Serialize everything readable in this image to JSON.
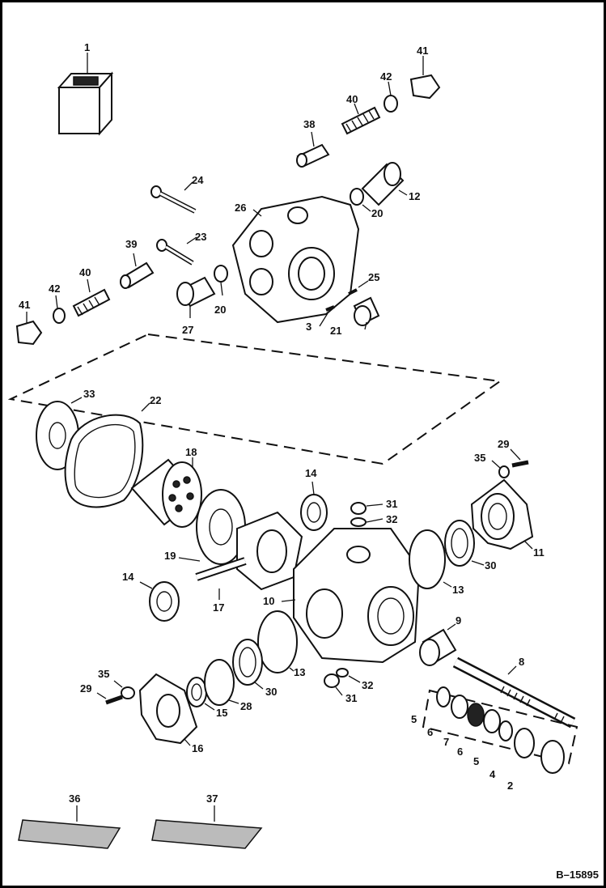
{
  "figure_id": "B–15895",
  "callouts": [
    {
      "id": "c1",
      "text": "1"
    },
    {
      "id": "c41a",
      "text": "41"
    },
    {
      "id": "c42a",
      "text": "42"
    },
    {
      "id": "c40a",
      "text": "40"
    },
    {
      "id": "c38",
      "text": "38"
    },
    {
      "id": "c24",
      "text": "24"
    },
    {
      "id": "c12",
      "text": "12"
    },
    {
      "id": "c20a",
      "text": "20"
    },
    {
      "id": "c26",
      "text": "26"
    },
    {
      "id": "c23",
      "text": "23"
    },
    {
      "id": "c39",
      "text": "39"
    },
    {
      "id": "c40b",
      "text": "40"
    },
    {
      "id": "c42b",
      "text": "42"
    },
    {
      "id": "c41b",
      "text": "41"
    },
    {
      "id": "c20b",
      "text": "20"
    },
    {
      "id": "c27",
      "text": "27"
    },
    {
      "id": "c25",
      "text": "25"
    },
    {
      "id": "c3",
      "text": "3"
    },
    {
      "id": "c21",
      "text": "21"
    },
    {
      "id": "c33",
      "text": "33"
    },
    {
      "id": "c22",
      "text": "22"
    },
    {
      "id": "c18",
      "text": "18"
    },
    {
      "id": "c29a",
      "text": "29"
    },
    {
      "id": "c35a",
      "text": "35"
    },
    {
      "id": "c14a",
      "text": "14"
    },
    {
      "id": "c31a",
      "text": "31"
    },
    {
      "id": "c32a",
      "text": "32"
    },
    {
      "id": "c11",
      "text": "11"
    },
    {
      "id": "c30a",
      "text": "30"
    },
    {
      "id": "c13a",
      "text": "13"
    },
    {
      "id": "c19",
      "text": "19"
    },
    {
      "id": "c14b",
      "text": "14"
    },
    {
      "id": "c17",
      "text": "17"
    },
    {
      "id": "c10",
      "text": "10"
    },
    {
      "id": "c9",
      "text": "9"
    },
    {
      "id": "c8",
      "text": "8"
    },
    {
      "id": "c35b",
      "text": "35"
    },
    {
      "id": "c29b",
      "text": "29"
    },
    {
      "id": "c13b",
      "text": "13"
    },
    {
      "id": "c32b",
      "text": "32"
    },
    {
      "id": "c31b",
      "text": "31"
    },
    {
      "id": "c30b",
      "text": "30"
    },
    {
      "id": "c28",
      "text": "28"
    },
    {
      "id": "c15",
      "text": "15"
    },
    {
      "id": "c16",
      "text": "16"
    },
    {
      "id": "c5a",
      "text": "5"
    },
    {
      "id": "c6a",
      "text": "6"
    },
    {
      "id": "c7",
      "text": "7"
    },
    {
      "id": "c6b",
      "text": "6"
    },
    {
      "id": "c5b",
      "text": "5"
    },
    {
      "id": "c4",
      "text": "4"
    },
    {
      "id": "c2",
      "text": "2"
    },
    {
      "id": "c36",
      "text": "36"
    },
    {
      "id": "c37",
      "text": "37"
    }
  ]
}
